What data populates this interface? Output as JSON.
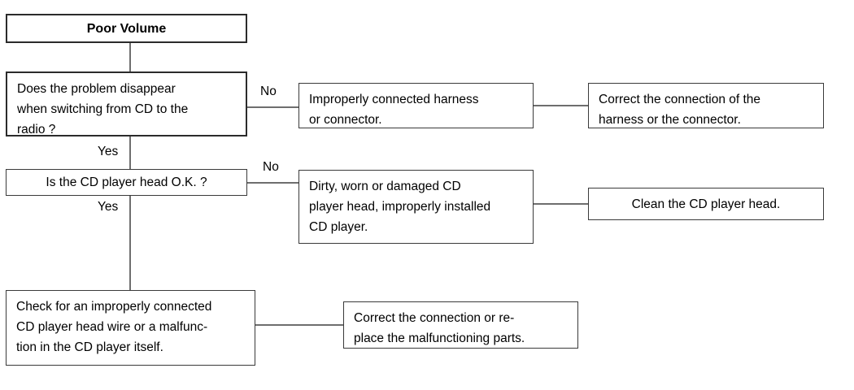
{
  "diagram": {
    "title": "Poor Volume",
    "nodes": {
      "start": {
        "label": "Poor Volume"
      },
      "decision1": {
        "label": "Does the problem disappear\nwhen switching from CD to the\nradio ?"
      },
      "decision2": {
        "label": "Is the CD player head O.K. ?"
      },
      "cause1": {
        "label": "Improperly connected harness\nor connector."
      },
      "remedy1": {
        "label": "Correct the connection of the\nharness or the connector."
      },
      "cause2": {
        "label": "Dirty, worn or damaged CD\nplayer head, improperly installed\nCD player."
      },
      "remedy2": {
        "label": "Clean the CD player head."
      },
      "cause3": {
        "label": "Check for an improperly connected\nCD player head wire or a malfunc-\ntion in the CD player itself."
      },
      "remedy3": {
        "label": "Correct the connection or re-\nplace the malfunctioning parts."
      }
    },
    "edges": {
      "no1": "No",
      "no2": "No",
      "yes1": "Yes",
      "yes2": "Yes"
    },
    "colors": {
      "border": "#2b2b2b",
      "connector": "#6e6e6e",
      "background": "#ffffff",
      "text": "#000000"
    }
  }
}
